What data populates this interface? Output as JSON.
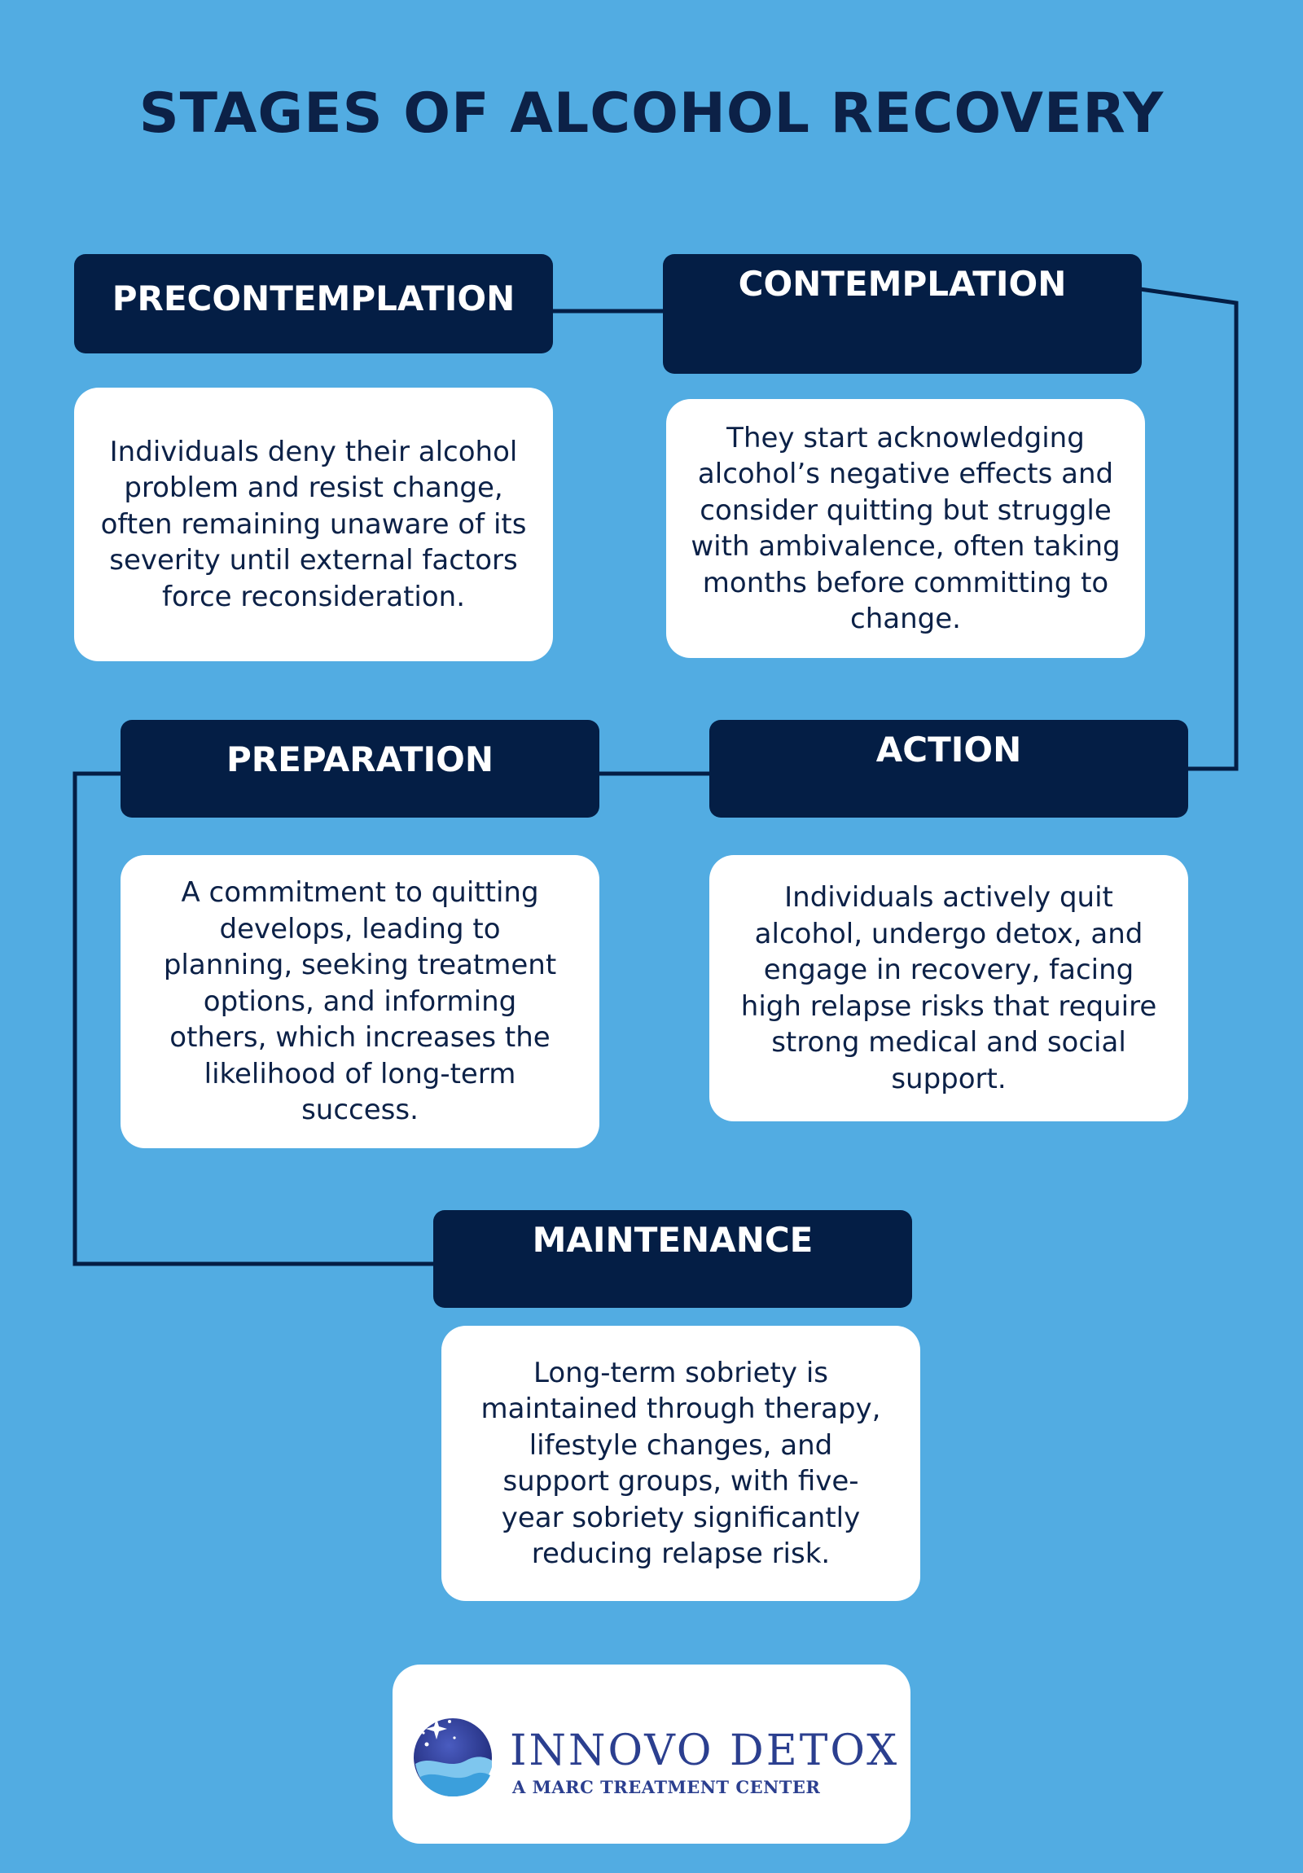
{
  "title": "STAGES OF ALCOHOL RECOVERY",
  "colors": {
    "background": "#52ace2",
    "header_fill": "#041e45",
    "title_text": "#0c2147",
    "connector": "#041e45",
    "card_fill": "#ffffff"
  },
  "stages": [
    {
      "name": "PRECONTEMPLATION",
      "description": "Individuals deny their alcohol problem and resist change, often remaining unaware of its severity until external factors force reconsideration."
    },
    {
      "name": "CONTEMPLATION",
      "description": "They start acknowledging alcohol’s negative effects and consider quitting but struggle with ambivalence, often taking months before committing to change."
    },
    {
      "name": "ACTION",
      "description": "Individuals actively quit alcohol, undergo detox, and engage in recovery, facing high relapse risks that require strong medical and social support."
    },
    {
      "name": "PREPARATION",
      "description": "A commitment to quitting develops, leading to planning, seeking treatment options, and informing others, which increases the likelihood of long-term success."
    },
    {
      "name": "MAINTENANCE",
      "description": "Long-term sobriety is maintained through therapy, lifestyle changes, and support groups, with five-year sobriety significantly reducing relapse risk."
    }
  ],
  "logo": {
    "name": "INNOVO DETOX",
    "tagline": "A MARC TREATMENT CENTER",
    "icon": "moon-wave-icon"
  }
}
